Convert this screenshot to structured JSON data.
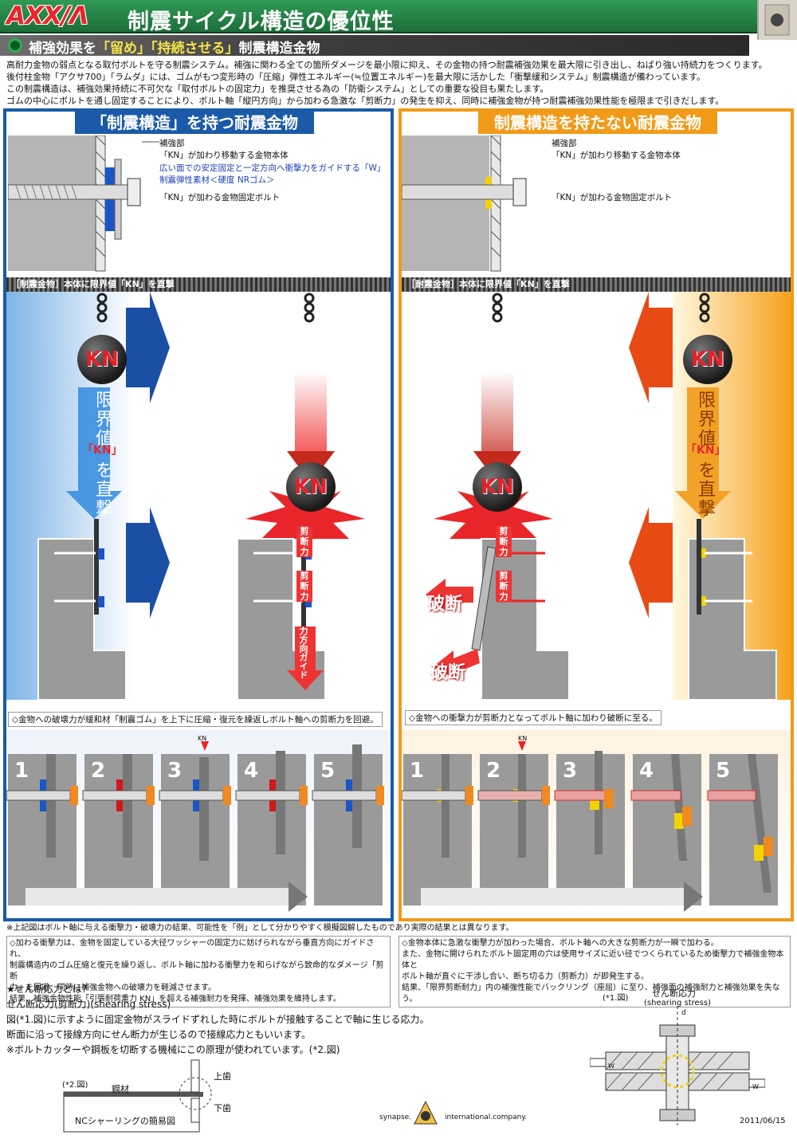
{
  "header": {
    "brand": "AXX/Λ",
    "title": "制震サイクル構造の優位性",
    "subtitle_pre": "補強効果を",
    "subtitle_a": "「留め」「持続させる」",
    "subtitle_post": "制震構造金物"
  },
  "intro": [
    "高耐力金物の弱点となる取付ボルトを守る制震システム。補強に関わる全ての箇所ダメージを最小限に抑え、その金物の持つ耐震補強効果を最大限に引き出し、ねばり強い持続力をつくります。",
    "後付柱金物「アクサ700」「ラムダ」には、ゴムがもつ変形時の「圧縮」弾性エネルギー(≒位置エネルギー)を最大限に活かした「衝撃緩和システム」制震構造が備わっています。",
    "この制震構造は、補強効果持続に不可欠な「取付ボルトの固定力」を推奨させる為の「防衛システム」としての重要な役目も果たします。",
    "ゴムの中心にボルトを通し固定することにより、ボルト軸「縦円方向」から加わる急激な「剪断力」の発生を抑え、同時に補強金物が持つ耐震補強効果性能を極限まで引きだします。"
  ],
  "left": {
    "title": "「制震構造」を持つ耐震金物",
    "labels": [
      "補強部",
      "「KN」が加わり移動する金物本体",
      "広い面での安定固定と一定方向へ衝撃力をガイドする「W」",
      "制震弾性素材＜硬度 NRゴム＞",
      "「KN」が加わる金物固定ボルト"
    ],
    "bar": "［制震金物］本体に限界値「KN」を直撃",
    "kn": "KN",
    "vtext": "限界値",
    "vtext_kn": "「KN」",
    "vtext2": "を直撃",
    "tags": [
      "剪断力",
      "剪断力",
      "力方向ガイド"
    ],
    "note": "◇金物への破壊力が緩和材「制震ゴム」を上下に圧縮・復元を繰返しボルト軸への剪断力を回避。",
    "steps": [
      "1",
      "2",
      "3",
      "4",
      "5"
    ],
    "foot": [
      "◇加わる衝撃力は、金物を固定している大径ワッシャーの固定力に妨げられながら垂直方向にガイドされ、",
      "制震構造内のゴム圧縮と復元を繰り返し、ボルト軸に加わる衝撃力を和らげながら致命的なダメージ「剪断",
      "力」を回避、同時に補強金物への破壊力を軽減させます。",
      "結果、補強金物性能「引張耐荷重力 KN」を超える補強耐力を発揮、補強効果を維持します。"
    ]
  },
  "right": {
    "title": "制震構造を持たない耐震金物",
    "labels": [
      "補強部",
      "「KN」が加わり移動する金物本体",
      "「KN」が加わる金物固定ボルト"
    ],
    "bar": "［耐震金物］本体に限界値「KN」を直撃",
    "kn": "KN",
    "vtext": "限界値",
    "vtext_kn": "「KN」",
    "vtext2": "を直撃",
    "tags": [
      "剪断力",
      "剪断力"
    ],
    "break": [
      "破断",
      "破断"
    ],
    "note": "◇金物への衝撃力が剪断力となってボルト軸に加わり破断に至る。",
    "steps": [
      "1",
      "2",
      "3",
      "4",
      "5"
    ],
    "foot": [
      "◇金物本体に急激な衝撃力が加わった場合、ボルト軸への大きな剪断力が一瞬で加わる。",
      "また、金物に開けられたボルト固定用の穴は使用サイズに近い径でつくられているため衝撃力で補強金物本体と",
      "ボルト軸が直ぐに干渉し合い、断ち切る力（剪断力）が即発生する。",
      "結果、「限界剪断耐力」内の補強性能でバックリング（座屈）に至り、補強面の補強耐力と補強効果を失なう。"
    ]
  },
  "disclaimer": "※上記図はボルト軸に与える衝撃力・破壊力の結果、可能性を「例」として分かりやすく模擬図解したものであり実際の結果とは異なります。",
  "kn_small": "KN",
  "shear": {
    "q": "★せん断応力とは？",
    "l1": "せん断応力(剪断力)(shearing stress)",
    "l2": "図(*1.図)に示すように固定金物がスライドずれした時にボルトが接触することで軸に生じる応力。",
    "l3": "断面に沿って接線方向にせん断力が生じるので接線応力ともいいます。",
    "l4": "※ボルトカッターや鋼板を切断する機械にこの原理が使われています。(*2.図)",
    "fig2": "(*2.図)",
    "steel": "鋼材",
    "upper": "上歯",
    "lower": "下歯",
    "nc": "NCシャーリングの簡易図",
    "fig1": "(*1.図)",
    "fig1_t1": "せん断応力",
    "fig1_t2": "(shearing stress)",
    "d": "d",
    "w": "W"
  },
  "company": {
    "pre": "synapse.",
    "post": "international.company."
  },
  "date": "2011/06/15"
}
